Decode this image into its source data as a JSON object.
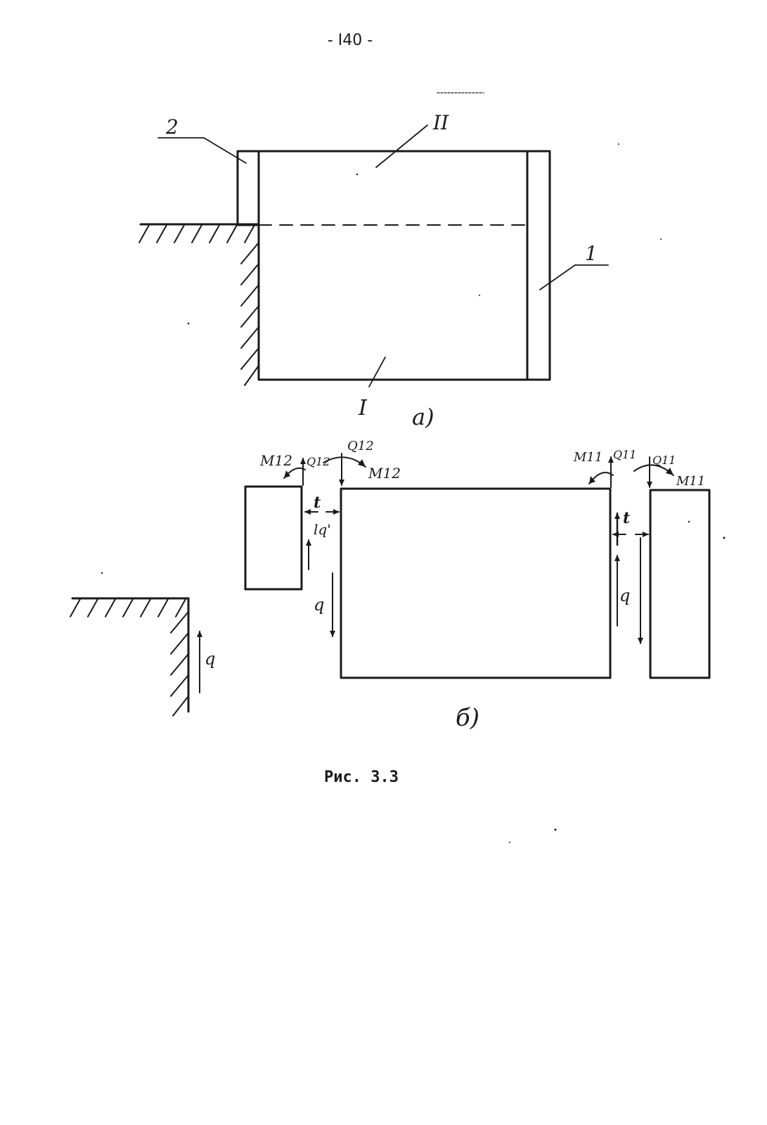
{
  "page_number": "- I40 -",
  "caption": "Рис. 3.3",
  "figure_a": {
    "label_2": "2",
    "label_II": "II",
    "label_1": "1",
    "label_I": "I",
    "sub_label": "a)"
  },
  "figure_b": {
    "sub_label": "б)",
    "forces_left": {
      "m12_left": "M12",
      "q12_up": "Q12",
      "q12_down": "Q12",
      "m12_right": "M12",
      "t": "t",
      "lq": "lq'",
      "q": "q"
    },
    "forces_right": {
      "m11_left": "M11",
      "q11_up": "Q11",
      "q11_down": "Q11",
      "m11_right": "M11",
      "t": "t",
      "q": "q"
    },
    "support_q": "q"
  }
}
